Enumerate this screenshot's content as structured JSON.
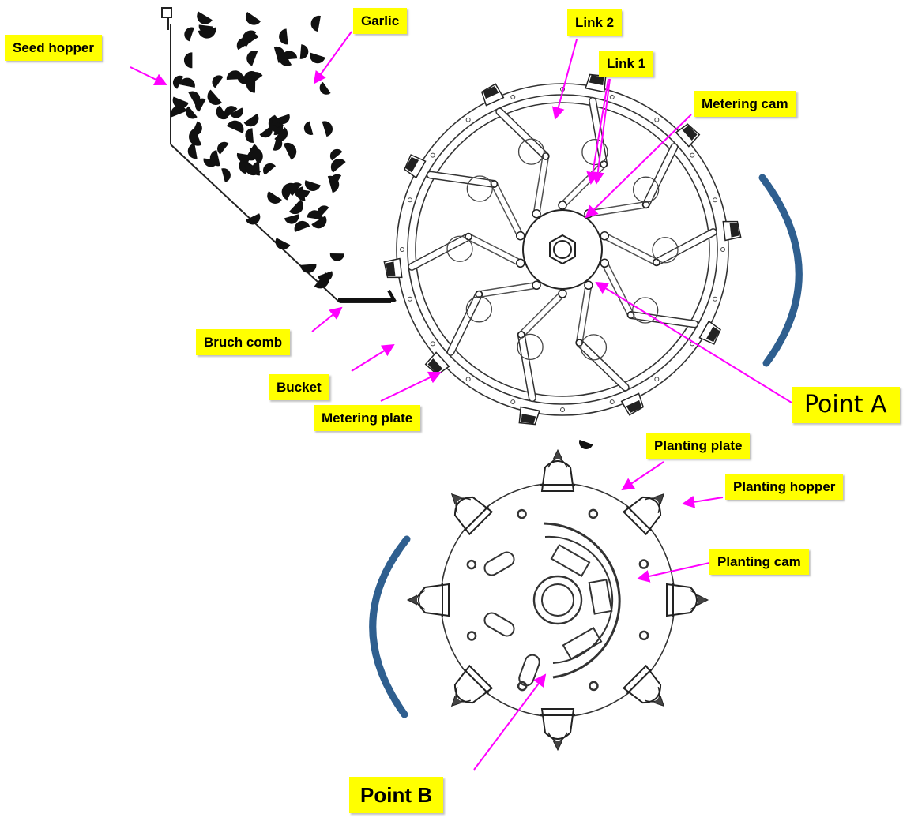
{
  "colors": {
    "label_bg": "#ffff00",
    "leader": "#ff00ff",
    "arrow": "#2f5f8f",
    "line": "#222222"
  },
  "labels": {
    "seed_hopper": "Seed hopper",
    "garlic": "Garlic",
    "link2": "Link 2",
    "link1": "Link 1",
    "metering_cam": "Metering cam",
    "bruch_comb": "Bruch comb",
    "bucket": "Bucket",
    "metering_plate": "Metering plate",
    "point_a": "Point A",
    "planting_plate": "Planting plate",
    "planting_hopper": "Planting hopper",
    "planting_cam": "Planting cam",
    "point_b": "Point B"
  }
}
